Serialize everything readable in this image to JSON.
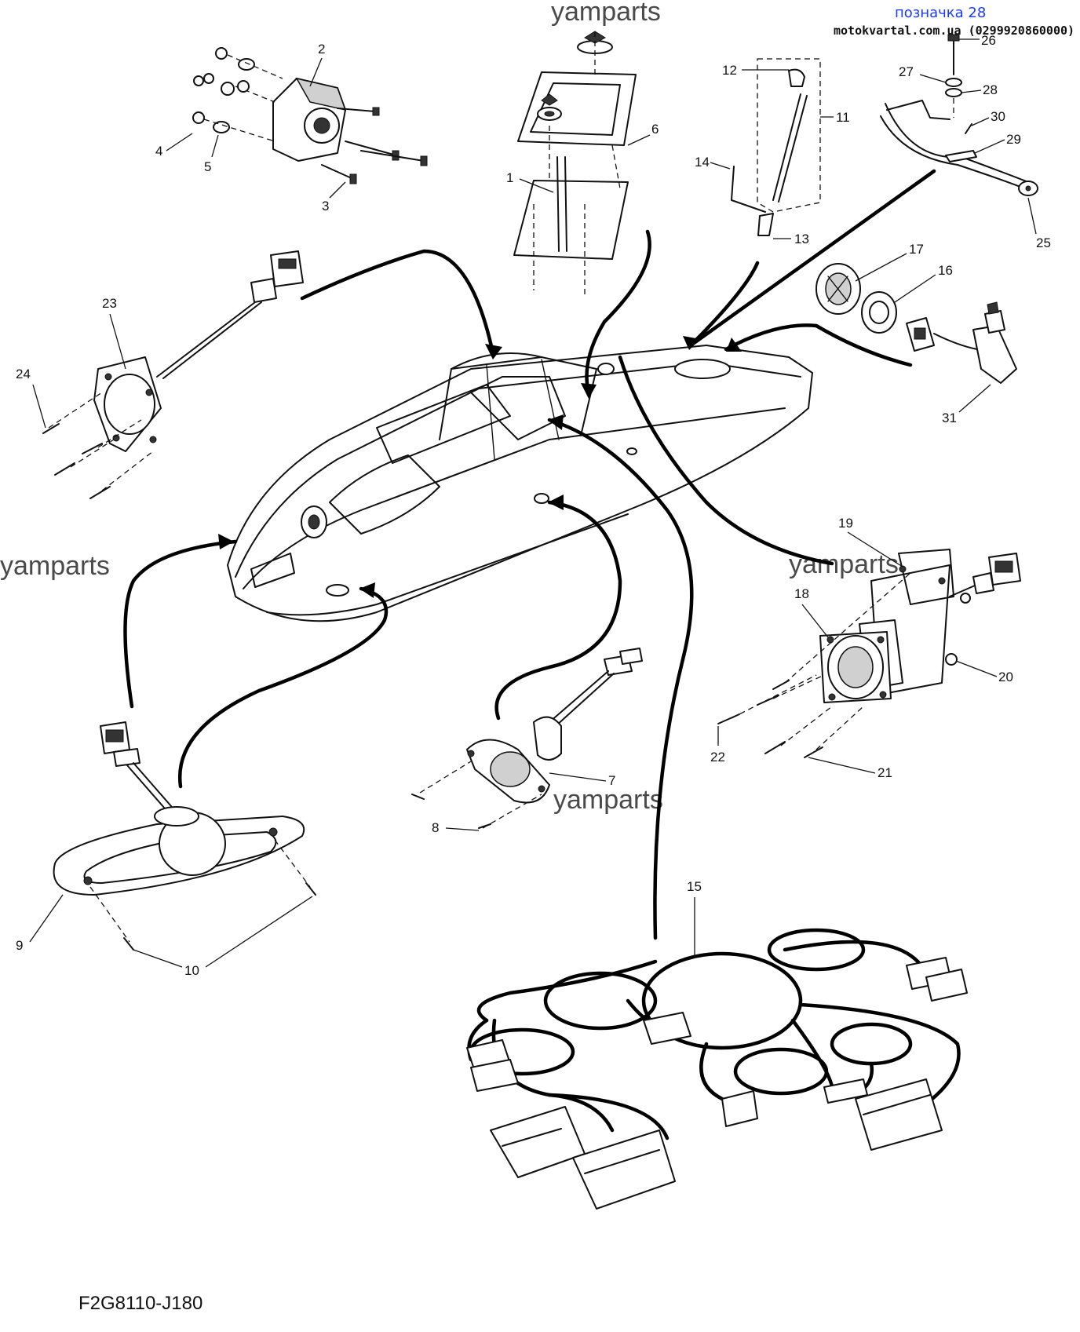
{
  "header": {
    "label": "позначка 28",
    "site": "motokvartal.com.ua (0299920860000)"
  },
  "watermarks": [
    "yamparts",
    "yamparts",
    "yamparts",
    "yamparts"
  ],
  "footer": {
    "code": "F2G8110-J180"
  },
  "callouts": {
    "n1": "1",
    "n2": "2",
    "n3": "3",
    "n4": "4",
    "n5": "5",
    "n6": "6",
    "n7": "7",
    "n8": "8",
    "n9": "9",
    "n10": "10",
    "n11": "11",
    "n12": "12",
    "n13": "13",
    "n14": "14",
    "n15": "15",
    "n16": "16",
    "n17": "17",
    "n18": "18",
    "n19": "19",
    "n20": "20",
    "n21": "21",
    "n22": "22",
    "n23": "23",
    "n24": "24",
    "n25": "25",
    "n26": "26",
    "n27": "27",
    "n28": "28",
    "n29": "29",
    "n30": "30",
    "n31": "31"
  }
}
